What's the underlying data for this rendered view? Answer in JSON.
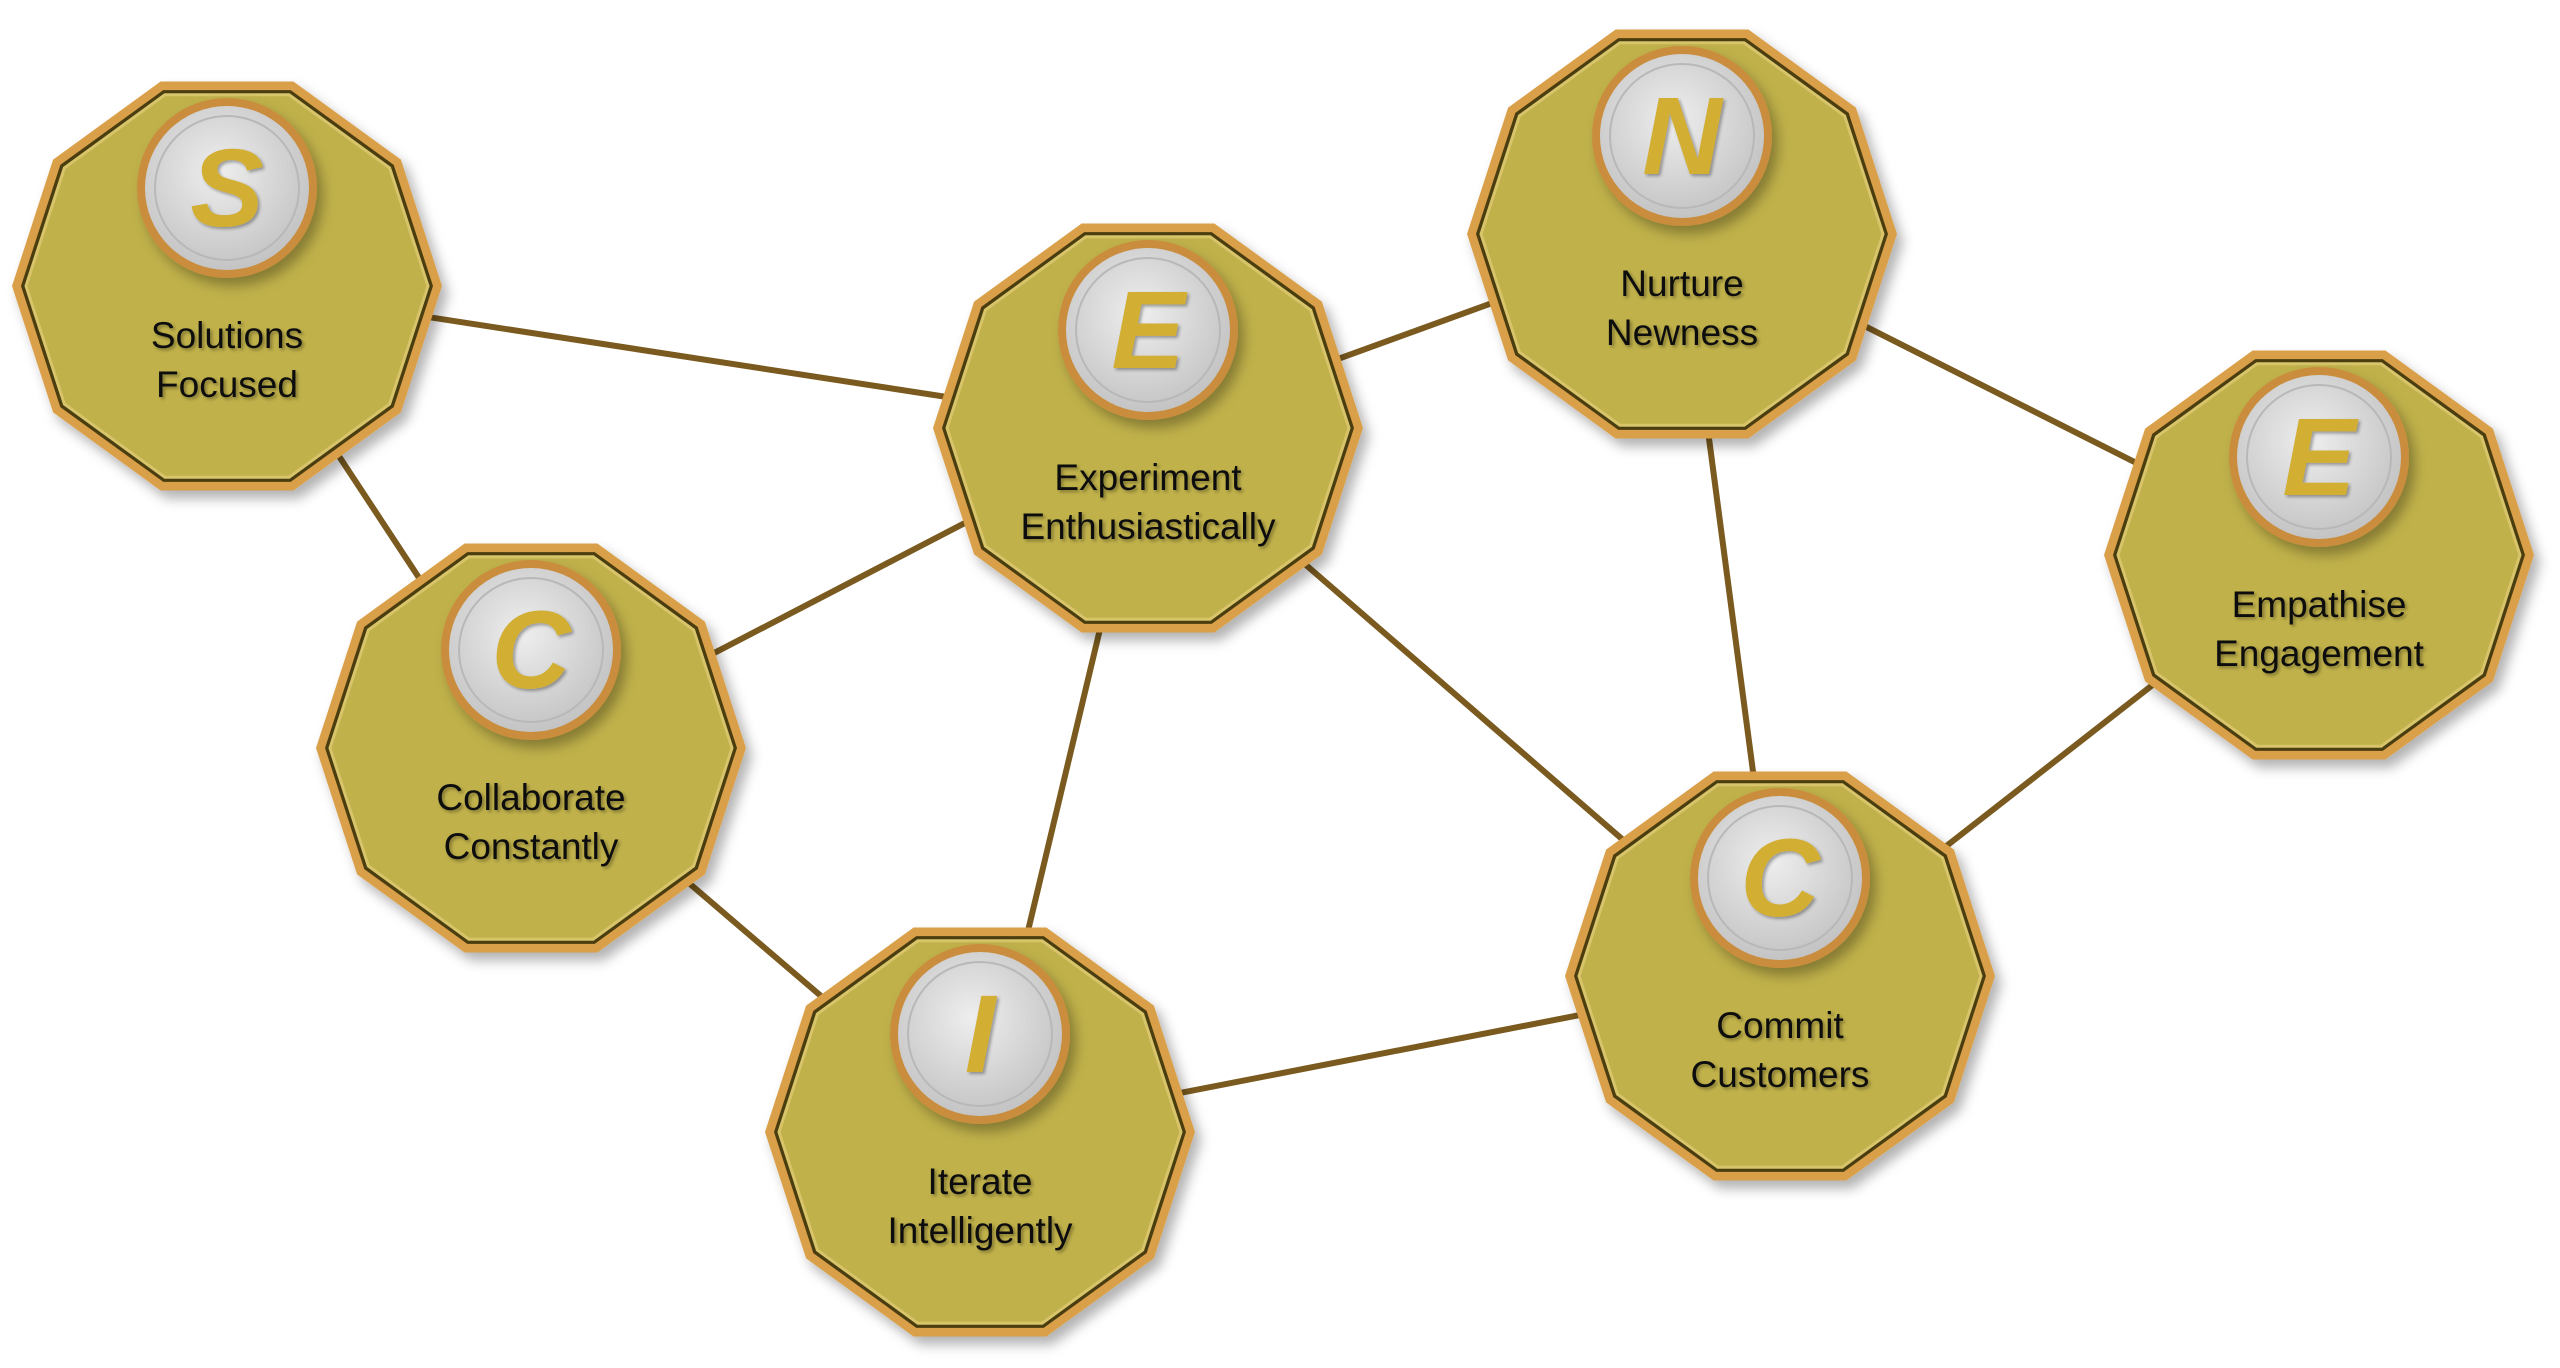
{
  "title": "SCIENCE",
  "colors": {
    "node_fill": "#c0b14a",
    "node_border": "#d9a04a",
    "node_dark_edge": "#4a3e10",
    "badge_fill": "#d6d6d6",
    "letter": "#d2ae33",
    "connector": "#7a5a1e"
  },
  "nodes": [
    {
      "id": "s",
      "letter": "S",
      "line1": "Solutions",
      "line2": "Focused"
    },
    {
      "id": "c1",
      "letter": "C",
      "line1": "Collaborate",
      "line2": "Constantly"
    },
    {
      "id": "i",
      "letter": "I",
      "line1": "Iterate",
      "line2": "Intelligently"
    },
    {
      "id": "e1",
      "letter": "E",
      "line1": "Experiment",
      "line2": "Enthusiastically"
    },
    {
      "id": "n",
      "letter": "N",
      "line1": "Nurture",
      "line2": "Newness"
    },
    {
      "id": "c2",
      "letter": "C",
      "line1": "Commit",
      "line2": "Customers"
    },
    {
      "id": "e2",
      "letter": "E",
      "line1": "Empathise",
      "line2": "Engagement"
    }
  ],
  "edges": [
    [
      "s",
      "e1"
    ],
    [
      "s",
      "c1"
    ],
    [
      "c1",
      "e1"
    ],
    [
      "c1",
      "i"
    ],
    [
      "e1",
      "i"
    ],
    [
      "e1",
      "n"
    ],
    [
      "e1",
      "c2"
    ],
    [
      "n",
      "c2"
    ],
    [
      "n",
      "e2"
    ],
    [
      "e2",
      "c2"
    ],
    [
      "i",
      "c2"
    ]
  ]
}
